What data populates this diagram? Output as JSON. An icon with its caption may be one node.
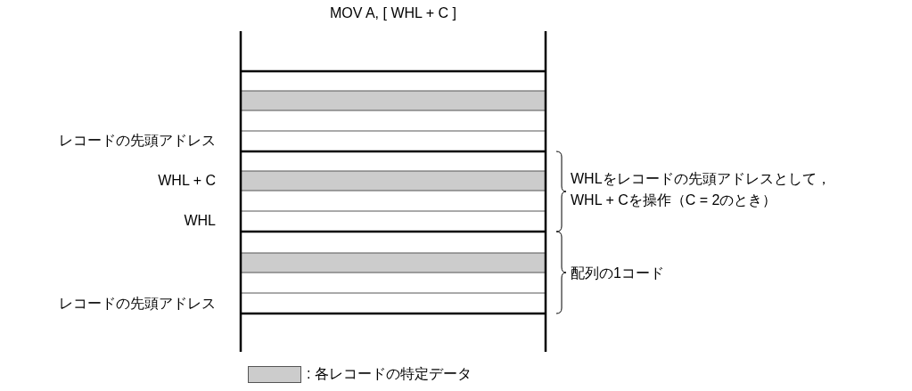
{
  "diagram": {
    "title": "MOV A, [ WHL + C ]",
    "labels": [
      "レコードの先頭アドレス",
      "WHL + C",
      "WHL",
      "レコードの先頭アドレス",
      "WHLをレコードの先頭アドレスとして，WHL + Cを操作（C = 2のとき）",
      "配列の1コード"
    ],
    "legend": [
      {
        "text": ": 各レコードの特定データ",
        "color": "#cccccc"
      }
    ]
  }
}
